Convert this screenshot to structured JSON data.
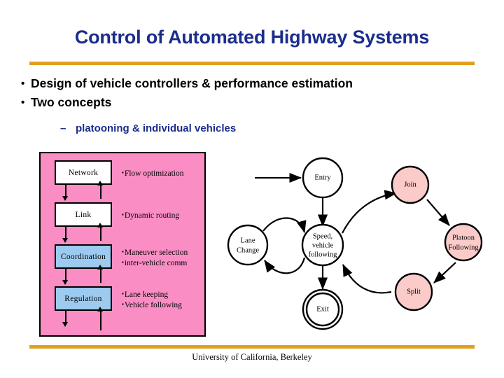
{
  "slide": {
    "title": "Control of Automated Highway Systems",
    "footer": "University of California, Berkeley",
    "colors": {
      "title_blue": "#1b2d8c",
      "rule_orange": "#e0a020",
      "panel_pink": "#fa8ec4",
      "layer_blue": "#9dcbf0",
      "node_pink": "#fbcbc9",
      "black": "#000000",
      "white": "#ffffff"
    }
  },
  "bullets": {
    "level1": [
      {
        "marker": "•",
        "text": "Design of vehicle controllers & performance estimation"
      },
      {
        "marker": "•",
        "text": "Two concepts"
      }
    ],
    "level2": [
      {
        "marker": "–",
        "text": "platooning & individual vehicles"
      }
    ]
  },
  "hierarchy_panel": {
    "layers": [
      {
        "name": "Network",
        "fill": "white",
        "desc": [
          "Flow optimization"
        ]
      },
      {
        "name": "Link",
        "fill": "white",
        "desc": [
          "Dynamic routing"
        ]
      },
      {
        "name": "Coordination",
        "fill": "blue",
        "desc": [
          "Maneuver selection",
          "inter-vehicle comm"
        ]
      },
      {
        "name": "Regulation",
        "fill": "blue",
        "desc": [
          "Lane keeping",
          "Vehicle following"
        ]
      }
    ],
    "bullet_glyph": "▪"
  },
  "state_diagram": {
    "nodes": [
      {
        "id": "entry",
        "label": [
          "Entry"
        ],
        "fill": "white",
        "shape": "circle"
      },
      {
        "id": "speed",
        "label": [
          "Speed,",
          "vehicle",
          "following"
        ],
        "fill": "white",
        "shape": "circle"
      },
      {
        "id": "lane",
        "label": [
          "Lane",
          "Change"
        ],
        "fill": "white",
        "shape": "circle"
      },
      {
        "id": "exit",
        "label": [
          "Exit"
        ],
        "fill": "white",
        "shape": "double-circle"
      },
      {
        "id": "join",
        "label": [
          "Join"
        ],
        "fill": "pink",
        "shape": "circle"
      },
      {
        "id": "platoon",
        "label": [
          "Platoon",
          "Following"
        ],
        "fill": "pink",
        "shape": "circle"
      },
      {
        "id": "split",
        "label": [
          "Split"
        ],
        "fill": "pink",
        "shape": "circle"
      }
    ],
    "edges": [
      {
        "from": "start",
        "to": "entry"
      },
      {
        "from": "entry",
        "to": "speed"
      },
      {
        "from": "speed",
        "to": "lane"
      },
      {
        "from": "lane",
        "to": "speed"
      },
      {
        "from": "speed",
        "to": "exit"
      },
      {
        "from": "speed",
        "to": "join"
      },
      {
        "from": "join",
        "to": "platoon"
      },
      {
        "from": "platoon",
        "to": "split"
      },
      {
        "from": "split",
        "to": "speed"
      }
    ]
  }
}
